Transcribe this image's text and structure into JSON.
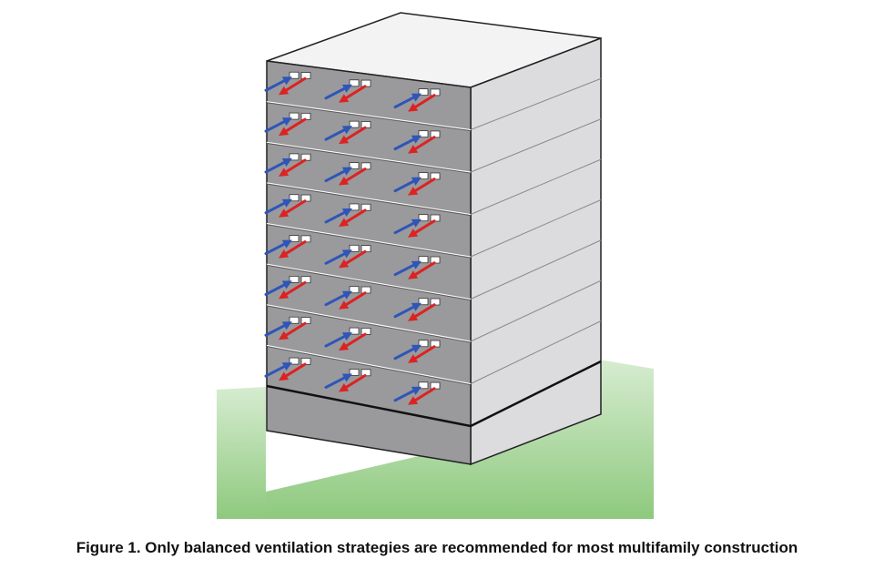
{
  "caption": "Figure 1. Only balanced ventilation strategies are recommended for most multifamily construction",
  "building": {
    "floors": 8,
    "units_per_floor": 3
  },
  "colors": {
    "ground_top": "#d6ecd0",
    "ground_bottom": "#8ec97e",
    "front_face": "#9a9a9c",
    "side_face": "#dcdcdf",
    "roof": "#f3f3f3",
    "outline": "#222222",
    "supply_arrow": "#2f55b8",
    "exhaust_arrow": "#dd2222"
  },
  "icons": {
    "supply": "blue-arrow-icon",
    "exhaust": "red-arrow-icon"
  }
}
